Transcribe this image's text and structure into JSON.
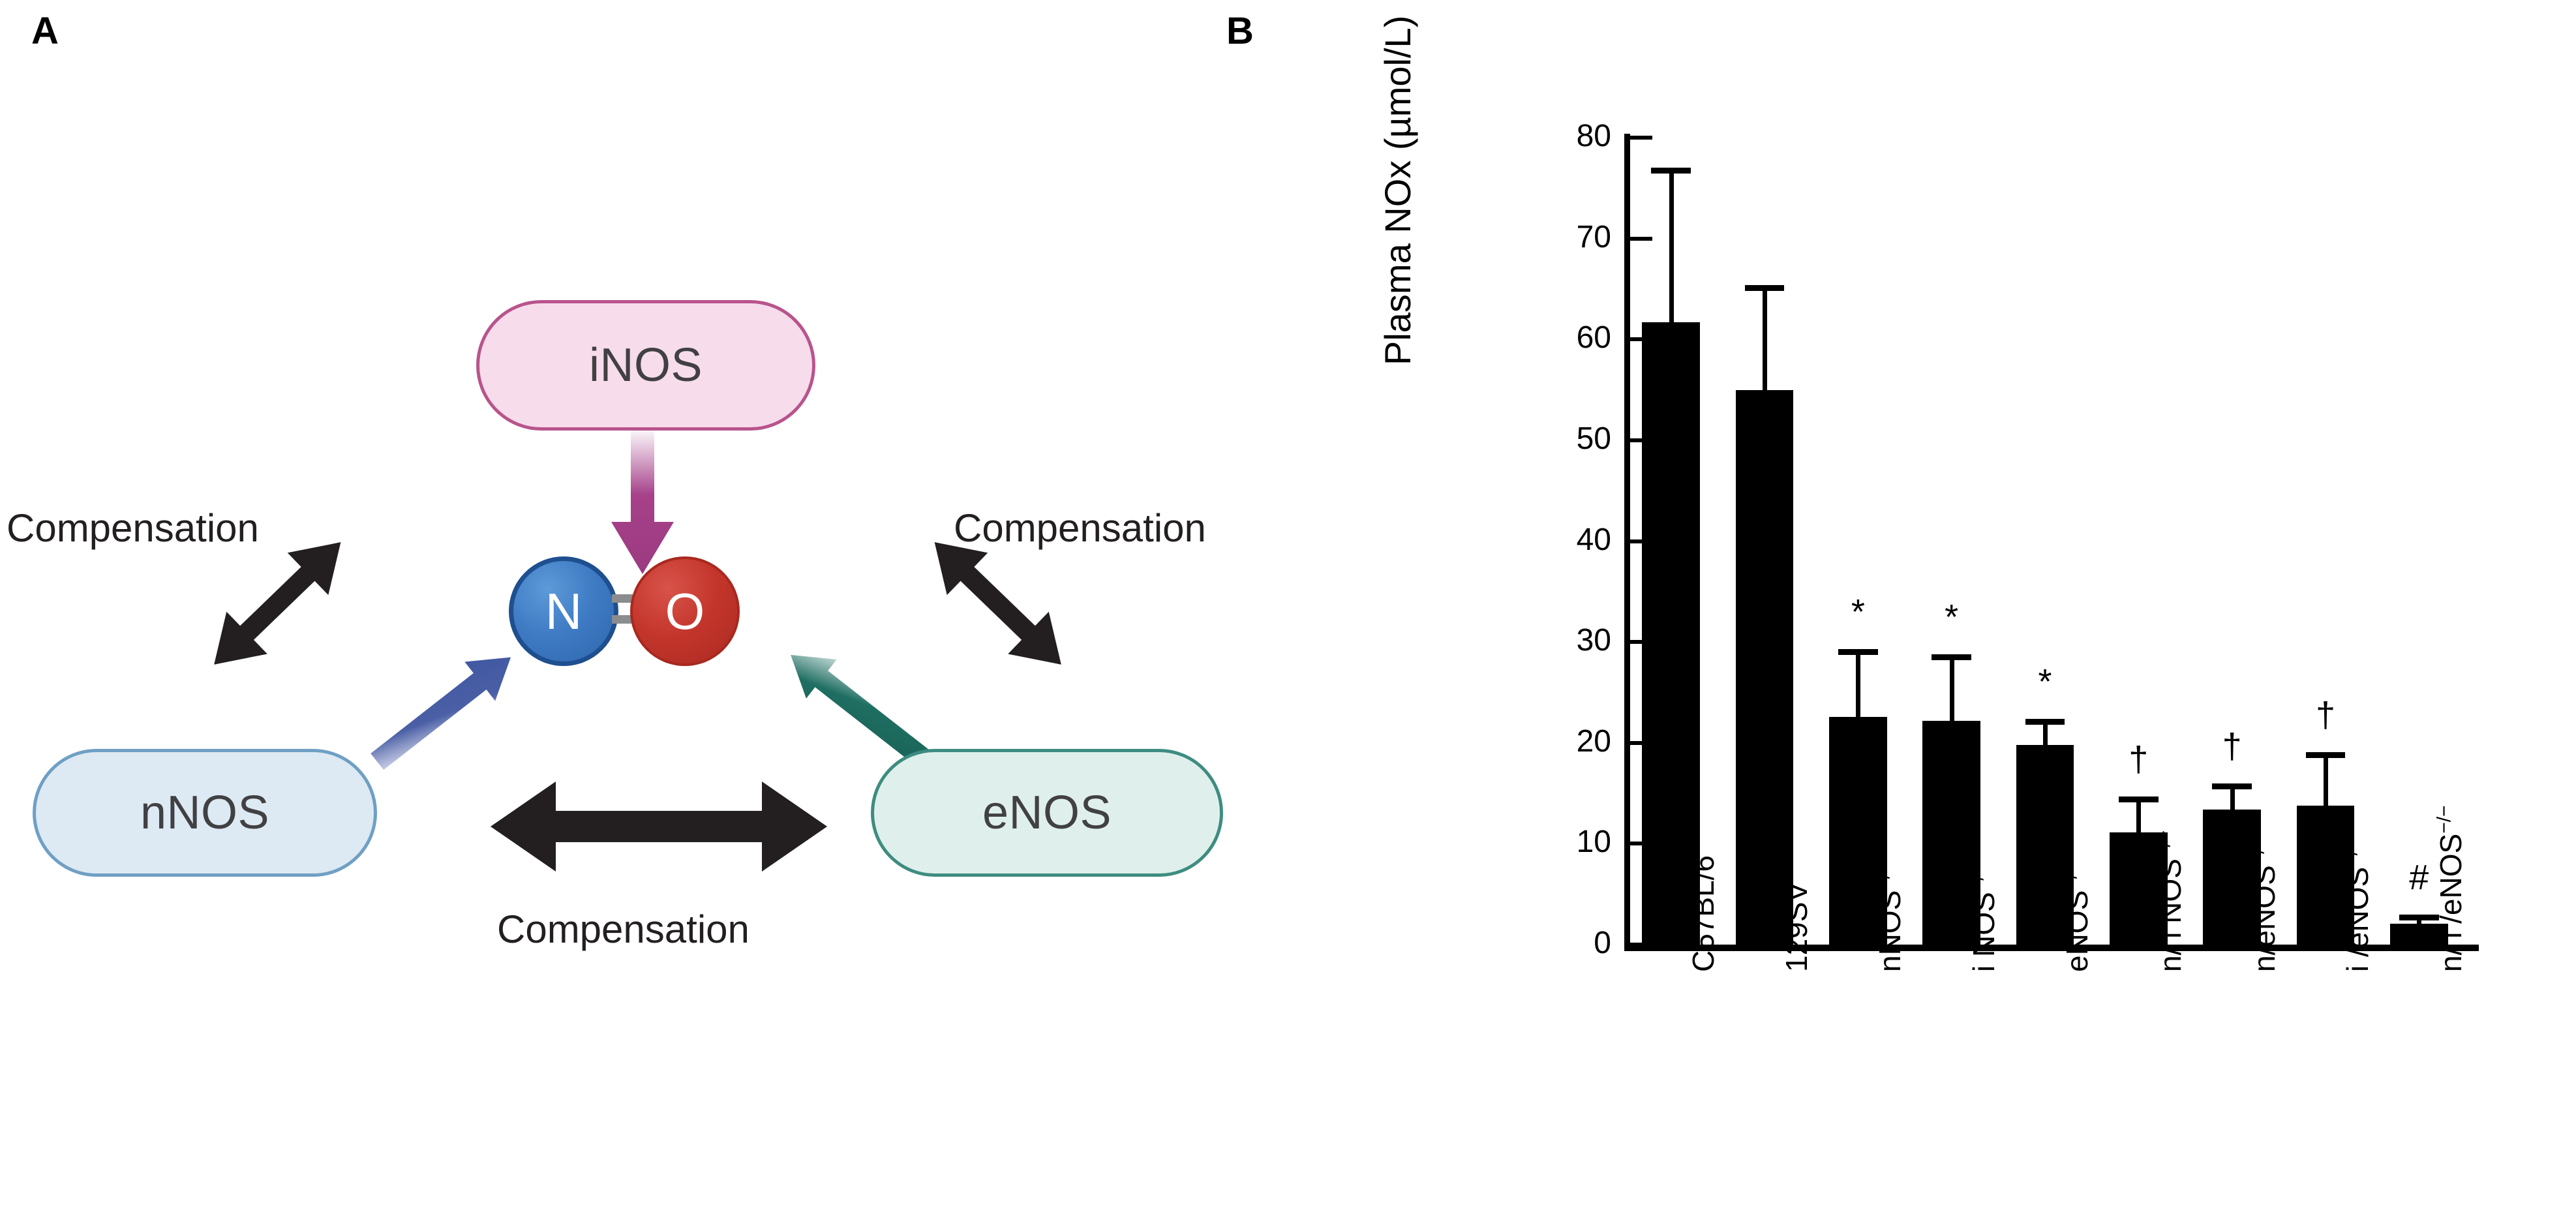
{
  "panels": {
    "a": {
      "label": "A"
    },
    "b": {
      "label": "B"
    }
  },
  "diagram": {
    "nodes": [
      {
        "id": "inos",
        "label": "iNOS",
        "fill": "#f7dcec",
        "stroke": "#b8548c"
      },
      {
        "id": "nnos",
        "label": "nNOS",
        "fill": "#dde9f3",
        "stroke": "#6f9fc4"
      },
      {
        "id": "enos",
        "label": "eNOS",
        "fill": "#dff0ec",
        "stroke": "#3e8c80"
      }
    ],
    "molecule": {
      "nitrogen": "N",
      "oxygen": "O",
      "n_color": "#3f7cc4",
      "o_color": "#c3352b",
      "bond": "double"
    },
    "edges": [
      {
        "id": "inos-to-no",
        "type": "single-arrow",
        "color": "#a6418a"
      },
      {
        "id": "nnos-to-no",
        "type": "single-arrow",
        "color": "#4a5fa5"
      },
      {
        "id": "enos-to-no",
        "type": "single-arrow",
        "color": "#1f6e62"
      },
      {
        "id": "nnos-inos",
        "type": "double-arrow",
        "color": "#231f20",
        "label": "Compensation"
      },
      {
        "id": "inos-enos",
        "type": "double-arrow",
        "color": "#231f20",
        "label": "Compensation"
      },
      {
        "id": "nnos-enos",
        "type": "double-arrow",
        "color": "#231f20",
        "label": "Compensation"
      }
    ],
    "labels": {
      "compensation_left": "Compensation",
      "compensation_right": "Compensation",
      "compensation_bottom": "Compensation"
    }
  },
  "chart_data": {
    "type": "bar",
    "title": "",
    "xlabel": "",
    "ylabel": "Plasma NOx (µmol/L)",
    "ylim": [
      0,
      80
    ],
    "yticks": [
      0,
      10,
      20,
      30,
      40,
      50,
      60,
      70,
      80
    ],
    "grid": false,
    "legend": "none",
    "bar_color": "#000000",
    "error_type": "SD",
    "categories": [
      "C57BL/6",
      "129SV",
      "nNOS−/−",
      "i NOS−/−",
      "eNOS−/−",
      "n/ i NOS−/−",
      "n/eNOS−/−",
      "i /eNOS−/−",
      "n/ i /eNOS−/−"
    ],
    "category_parts": [
      {
        "base": "C57BL/6",
        "sup": ""
      },
      {
        "base": "129SV",
        "sup": ""
      },
      {
        "base": "nNOS",
        "sup": "−/−"
      },
      {
        "base": "i NOS",
        "sup": "−/−"
      },
      {
        "base": "eNOS",
        "sup": "−/−"
      },
      {
        "base": "n/ i NOS",
        "sup": "−/−"
      },
      {
        "base": "n/eNOS",
        "sup": "−/−"
      },
      {
        "base": "i /eNOS",
        "sup": "−/−"
      },
      {
        "base": "n/ i /eNOS",
        "sup": "−/−"
      }
    ],
    "values": [
      61.7,
      55.0,
      22.6,
      22.2,
      19.8,
      11.1,
      13.4,
      13.8,
      2.1
    ],
    "errors": [
      15.3,
      10.4,
      6.7,
      6.6,
      2.6,
      3.6,
      2.6,
      5.3,
      0.9
    ],
    "significance": [
      "",
      "",
      "*",
      "*",
      "*",
      "†",
      "†",
      "†",
      "#"
    ],
    "significance_markers": {
      "asterisk": "*",
      "dagger": "†",
      "hash": "#"
    }
  }
}
